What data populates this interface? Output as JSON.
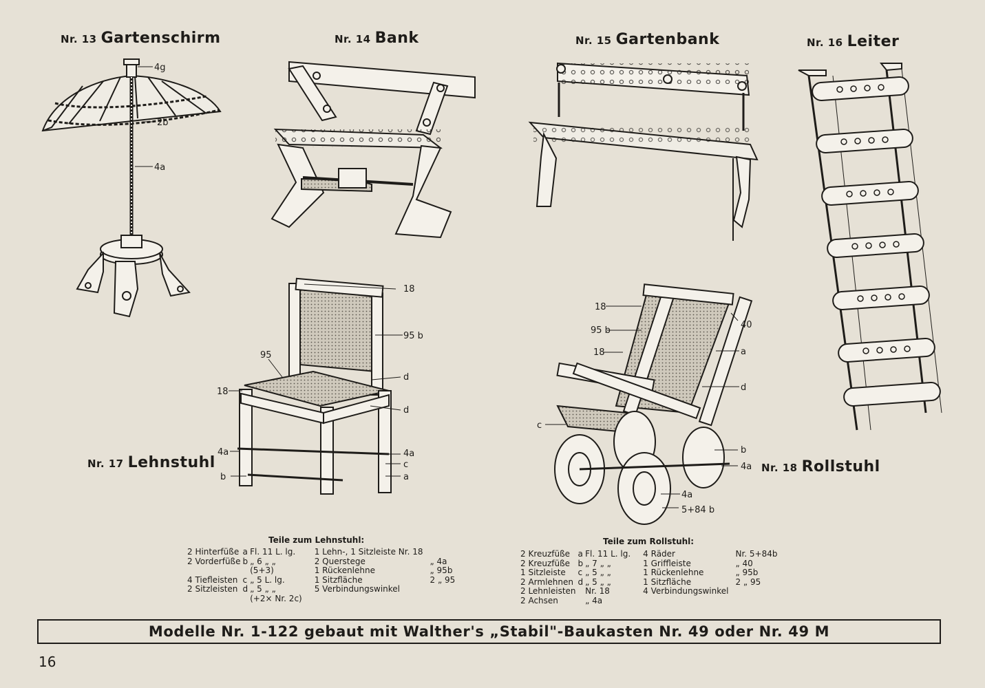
{
  "models": [
    {
      "nr": "Nr. 13",
      "name": "Gartenschirm",
      "callouts": [
        "4g",
        "2b",
        "4a"
      ]
    },
    {
      "nr": "Nr. 14",
      "name": "Bank"
    },
    {
      "nr": "Nr. 15",
      "name": "Gartenbank"
    },
    {
      "nr": "Nr. 16",
      "name": "Leiter"
    },
    {
      "nr": "Nr. 17",
      "name": "Lehnstuhl",
      "callouts": [
        "18",
        "95 b",
        "95",
        "18",
        "d",
        "d",
        "4a",
        "4a",
        "c",
        "b",
        "a"
      ]
    },
    {
      "nr": "Nr. 18",
      "name": "Rollstuhl",
      "callouts": [
        "18",
        "95 b",
        "18",
        "40",
        "a",
        "d",
        "c",
        "b",
        "4a",
        "4a",
        "5+84 b"
      ]
    }
  ],
  "parts_lehnstuhl": {
    "heading": "Teile zum Lehnstuhl:",
    "rows": [
      [
        "2 Hinterfüße",
        "a",
        "Fl. 11 L. lg.",
        "1 Lehn-, 1 Sitzleiste Nr. 18",
        ""
      ],
      [
        "2 Vorderfüße",
        "b",
        "„ 6 „ „",
        "2 Querstege",
        "„ 4a"
      ],
      [
        "",
        "",
        "(5+3)",
        "1 Rückenlehne",
        "„ 95b"
      ],
      [
        "4 Tiefleisten",
        "c",
        "„ 5 L. lg.",
        "1 Sitzfläche",
        "2 „ 95"
      ],
      [
        "2 Sitzleisten",
        "d",
        "„ 5 „ „",
        "5 Verbindungswinkel",
        ""
      ],
      [
        "",
        "",
        "(+2× Nr. 2c)",
        "",
        ""
      ]
    ]
  },
  "parts_rollstuhl": {
    "heading": "Teile zum Rollstuhl:",
    "rows": [
      [
        "2 Kreuzfüße",
        "a",
        "Fl. 11 L. lg.",
        "4 Räder",
        "Nr. 5+84b"
      ],
      [
        "2 Kreuzfüße",
        "b",
        "„ 7 „ „",
        "1 Griffleiste",
        "„ 40"
      ],
      [
        "1 Sitzleiste",
        "c",
        "„ 5 „ „",
        "1 Rückenlehne",
        "„ 95b"
      ],
      [
        "2 Armlehnen",
        "d",
        "„ 5 „ „",
        "1 Sitzfläche",
        "2 „ 95"
      ],
      [
        "2 Lehnleisten",
        "",
        "Nr. 18",
        "4 Verbindungswinkel",
        ""
      ],
      [
        "2 Achsen",
        "",
        "„ 4a",
        "",
        ""
      ]
    ]
  },
  "banner": "Modelle Nr. 1-122 gebaut mit Walther's „Stabil\"-Baukasten Nr. 49 oder Nr. 49 M",
  "page_number": "16",
  "colors": {
    "paper": "#e6e1d6",
    "ink": "#1e1c19",
    "metal": "#f4f1ea"
  }
}
